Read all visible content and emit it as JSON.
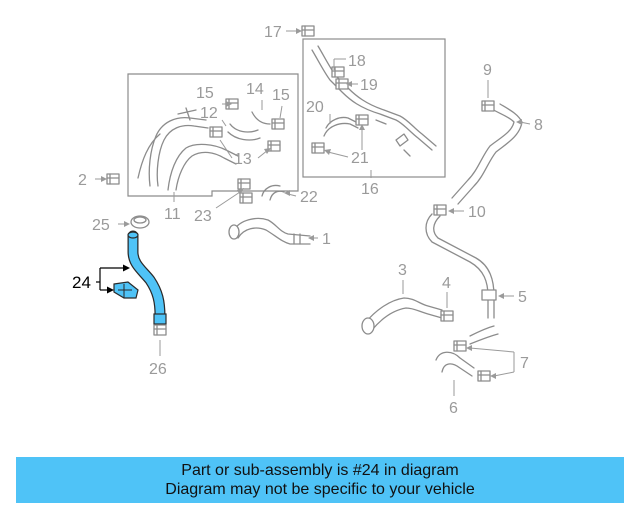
{
  "colors": {
    "highlight": "#4fc3f7",
    "line": "#8c8c8c",
    "callout_text": "#9a9a9a",
    "banner_bg": "#4fc3f7",
    "banner_text": "#111111"
  },
  "callouts": {
    "c1": "1",
    "c2": "2",
    "c3": "3",
    "c4": "4",
    "c5": "5",
    "c6": "6",
    "c7": "7",
    "c8": "8",
    "c9": "9",
    "c10": "10",
    "c11": "11",
    "c12": "12",
    "c13": "13",
    "c14": "14",
    "c15a": "15",
    "c15b": "15",
    "c16": "16",
    "c17": "17",
    "c18": "18",
    "c19": "19",
    "c20": "20",
    "c21": "21",
    "c22": "22",
    "c23": "23",
    "c24": "24",
    "c25": "25",
    "c26": "26"
  },
  "highlighted_part": "24",
  "banner": {
    "line1": "Part or sub-assembly is #24 in diagram",
    "line2": "Diagram may not be specific to your vehicle"
  }
}
